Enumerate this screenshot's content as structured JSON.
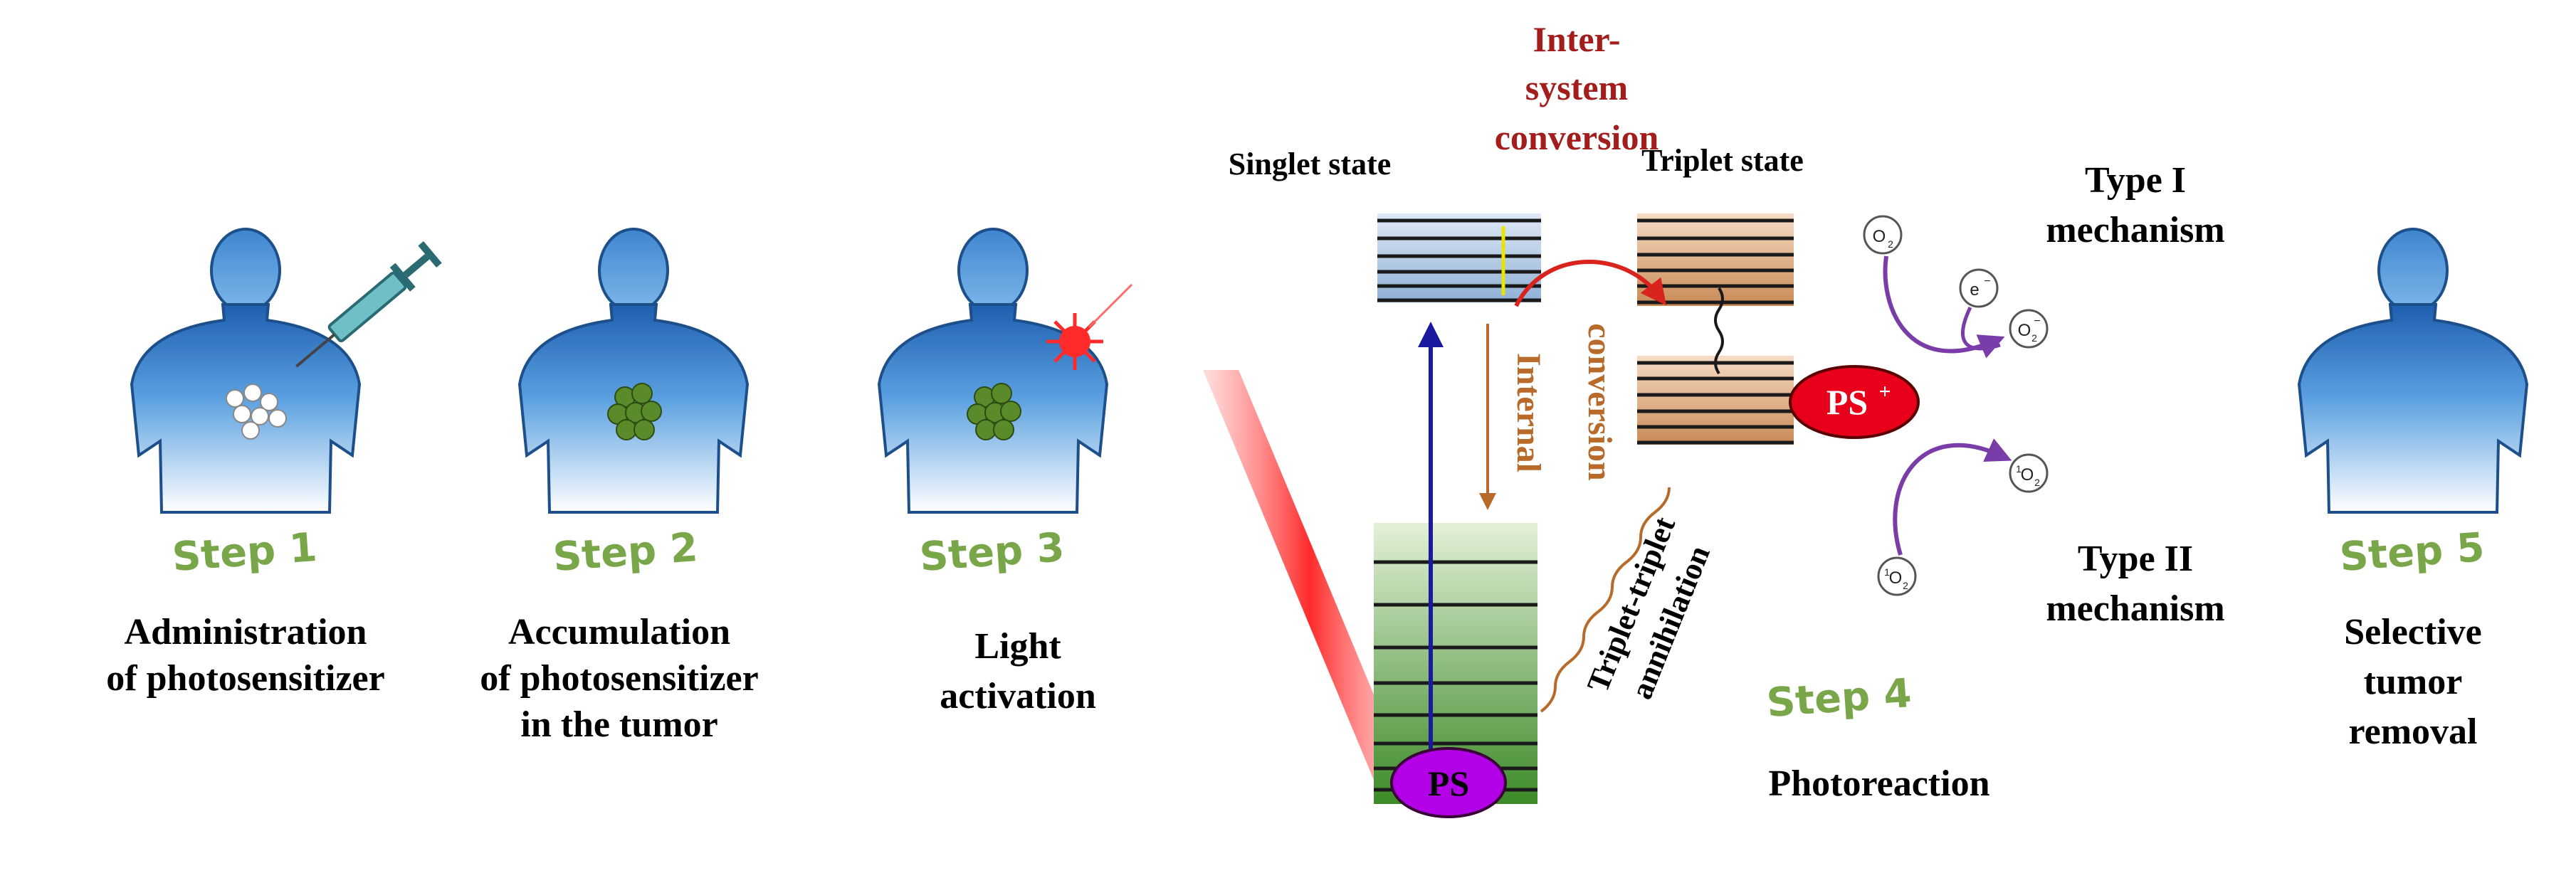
{
  "steps": [
    {
      "step": "Step 1",
      "lines": [
        "Administration",
        "of photosensitizer"
      ]
    },
    {
      "step": "Step 2",
      "lines": [
        "Accumulation",
        "of photosensitizer",
        "in the tumor"
      ]
    },
    {
      "step": "Step 3",
      "lines": [
        "Light",
        "activation"
      ]
    },
    {
      "step": "Step 4",
      "lines": [
        "Photoreaction"
      ]
    },
    {
      "step": "Step 5",
      "lines": [
        "Selective",
        "tumor",
        "removal"
      ]
    }
  ],
  "jablonski": {
    "singlet_state": "Singlet state",
    "triplet_state": "Triplet state",
    "isc": [
      "Inter-",
      "system",
      "conversion"
    ],
    "internal": "Internal",
    "conversion": "conversion",
    "tta": [
      "Triplet-triplet",
      "annihilation"
    ],
    "ps": "PS",
    "ps_plus": "PS",
    "ps_plus_sup": "+"
  },
  "mechanisms": {
    "type1": [
      "Type I",
      "mechanism"
    ],
    "type2": [
      "Type II",
      "mechanism"
    ],
    "species": {
      "o2": "O",
      "o2_sub": "2",
      "electron": "e",
      "electron_sup": "−",
      "superoxide": "O",
      "superoxide_sub": "2",
      "superoxide_sup": "−",
      "singlet_pre": "1",
      "singlet_o": "O",
      "singlet_sub": "2"
    }
  },
  "colors": {
    "step_text": "#7aa64a",
    "isc_text": "#a31d1d",
    "orange_text": "#b86a2a",
    "ps_purple": "#b300e6",
    "ps_plus_red": "#e8001a",
    "arrow_purple": "#7a3ca8",
    "blue_arrow": "#1a1aa0",
    "body_blue": "#3e86cf",
    "laser_red": "#ff3b3b"
  }
}
